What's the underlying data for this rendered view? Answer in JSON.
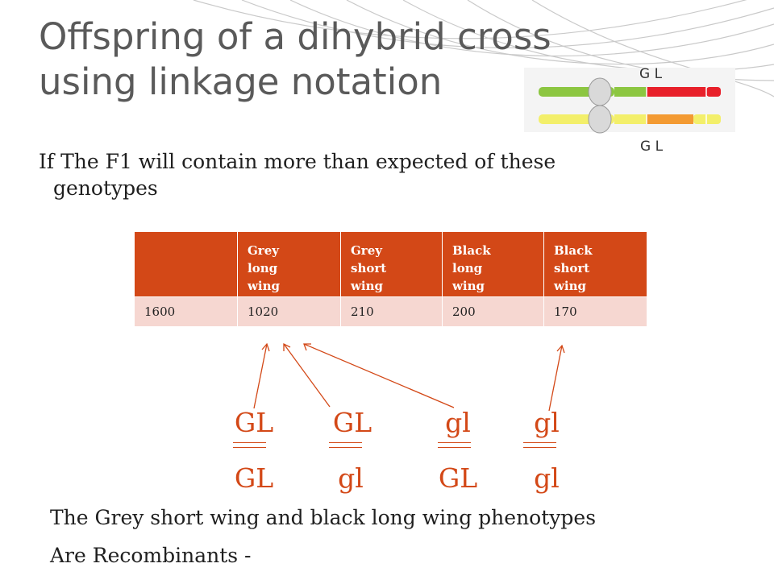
{
  "title": {
    "line1": "Offspring of a dihybrid cross",
    "line2": "using linkage notation"
  },
  "intro": {
    "line1": "If The F1 will contain more than expected of these",
    "line2": "genotypes"
  },
  "chromosome": {
    "top_label": "G  L",
    "bottom_label": "G   L"
  },
  "table": {
    "headers": [
      "",
      "Grey long wing",
      "Grey short wing",
      "Black long wing",
      "Black short wing"
    ],
    "header_lines": [
      [],
      [
        "Grey",
        "long",
        "wing"
      ],
      [
        "Grey",
        "short",
        "wing"
      ],
      [
        "Black",
        "long",
        "wing"
      ],
      [
        "Black",
        "short",
        "wing"
      ]
    ],
    "row": [
      "1600",
      "1020",
      "210",
      "200",
      "170"
    ]
  },
  "genotypes": [
    {
      "top": "GL",
      "bottom": "GL"
    },
    {
      "top": "GL",
      "bottom": "gl"
    },
    {
      "top": "gl",
      "bottom": "GL"
    },
    {
      "top": "gl",
      "bottom": "gl"
    }
  ],
  "bottom_text": {
    "line1": "The  Grey short wing and black long wing phenotypes",
    "line2": "Are Recombinants -"
  },
  "colors": {
    "accent": "#d34817",
    "title": "#5a5a5a",
    "table_row": "#f6d7d1"
  }
}
